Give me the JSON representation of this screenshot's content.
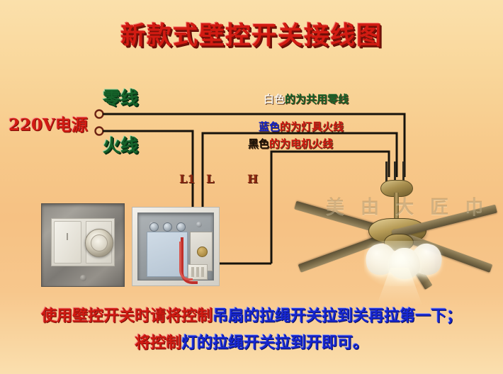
{
  "title": "新款式壁控开关接线图",
  "supply": {
    "source_label": "220V电源",
    "neutral_label": "零线",
    "live_label": "火线"
  },
  "wire_captions": [
    {
      "color_word": "白色",
      "text": "的为共用零线",
      "color_hex": "#f7f2ea"
    },
    {
      "color_word": "蓝色",
      "text": "的为灯具火线",
      "color_hex": "#1424c8"
    },
    {
      "color_word": "黑色",
      "text": "的为电机火线",
      "color_hex": "#1a1208"
    }
  ],
  "terminals": [
    {
      "name": "L1"
    },
    {
      "name": "L"
    },
    {
      "name": "H"
    }
  ],
  "photos": {
    "switch_closed": "壁控开关面板",
    "switch_open": "壁控开关内部接线",
    "ceiling_fan": "吊扇带灯",
    "fan_watermark": "美 由 大 匠 巾"
  },
  "footer": {
    "line1_red": "使用壁控开关时请将控制",
    "line1_blue": "吊扇的拉绳开关拉到关再拉第一下；",
    "line2_red": "将控制",
    "line2_blue": "灯的拉绳开关拉到开即可。"
  },
  "colors": {
    "title_red": "#d21b12",
    "label_green": "#16632a",
    "accent_blue": "#1424c8",
    "wire_black": "#17130c",
    "background_top": "#fbe0ab",
    "background_mid": "#f6c183"
  }
}
